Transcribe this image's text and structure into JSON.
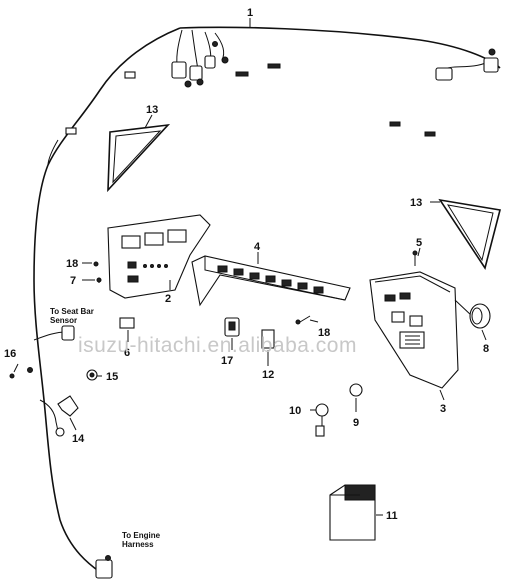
{
  "callouts": [
    "1",
    "2",
    "3",
    "4",
    "5",
    "5",
    "6",
    "7",
    "8",
    "9",
    "10",
    "11",
    "12",
    "13",
    "13",
    "14",
    "15",
    "16",
    "17",
    "18",
    "18"
  ],
  "notes": {
    "seat_sensor_line1": "To Seat Bar",
    "seat_sensor_line2": "Sensor",
    "engine_harness_line1": "To Engine",
    "engine_harness_line2": "Harness"
  },
  "watermark": "isuzu-hitachi.en.alibaba.com"
}
